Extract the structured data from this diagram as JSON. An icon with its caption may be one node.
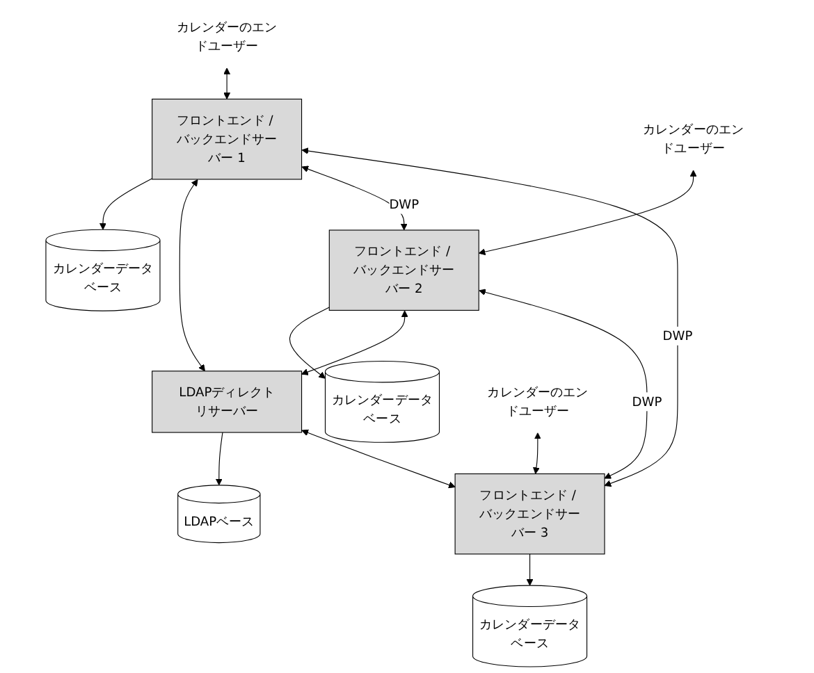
{
  "diagram": {
    "nodes": [
      {
        "text": [
          "カレンダーのエンドユーザー"
        ]
      },
      {
        "text": [
          "フロントエンド / バックエンドサーバー 1"
        ]
      },
      {
        "text": [
          "カレンダーデータベース"
        ]
      },
      {
        "text": [
          "LDAPディレクトリサーバー"
        ]
      },
      {
        "text": [
          "LDAPベース"
        ]
      },
      {
        "text": [
          "カレンダーのエンドユーザー"
        ]
      },
      {
        "text": [
          "フロントエンド / バックエンドサーバー 2"
        ]
      },
      {
        "text": [
          "カレンダーデータベース"
        ]
      },
      {
        "text": [
          "カレンダーのエンドユーザー"
        ]
      },
      {
        "text": [
          "フロントエンド / バックエンドサーバー 3"
        ]
      },
      {
        "text": [
          "カレンダーデータベース"
        ]
      }
    ],
    "edges": [
      {
        "from": 0,
        "to": 1,
        "arrow": "both"
      },
      {
        "from": 1,
        "to": 2,
        "arrow": "to"
      },
      {
        "from": 1,
        "to": 3,
        "arrow": "both"
      },
      {
        "from": 1,
        "to": 6,
        "arrow": "both",
        "label": "DWP"
      },
      {
        "from": 1,
        "to": 9,
        "arrow": "both",
        "label": "DWP"
      },
      {
        "from": 5,
        "to": 6,
        "arrow": "both"
      },
      {
        "from": 6,
        "to": 7,
        "arrow": "to"
      },
      {
        "from": 6,
        "to": 3,
        "arrow": "both"
      },
      {
        "from": 3,
        "to": 4,
        "arrow": "to"
      },
      {
        "from": 3,
        "to": 9,
        "arrow": "both"
      },
      {
        "from": 8,
        "to": 9,
        "arrow": "both"
      },
      {
        "from": 9,
        "to": 10,
        "arrow": "to"
      },
      {
        "from": 6,
        "to": 9,
        "arrow": "both",
        "label": "DWP"
      }
    ]
  }
}
